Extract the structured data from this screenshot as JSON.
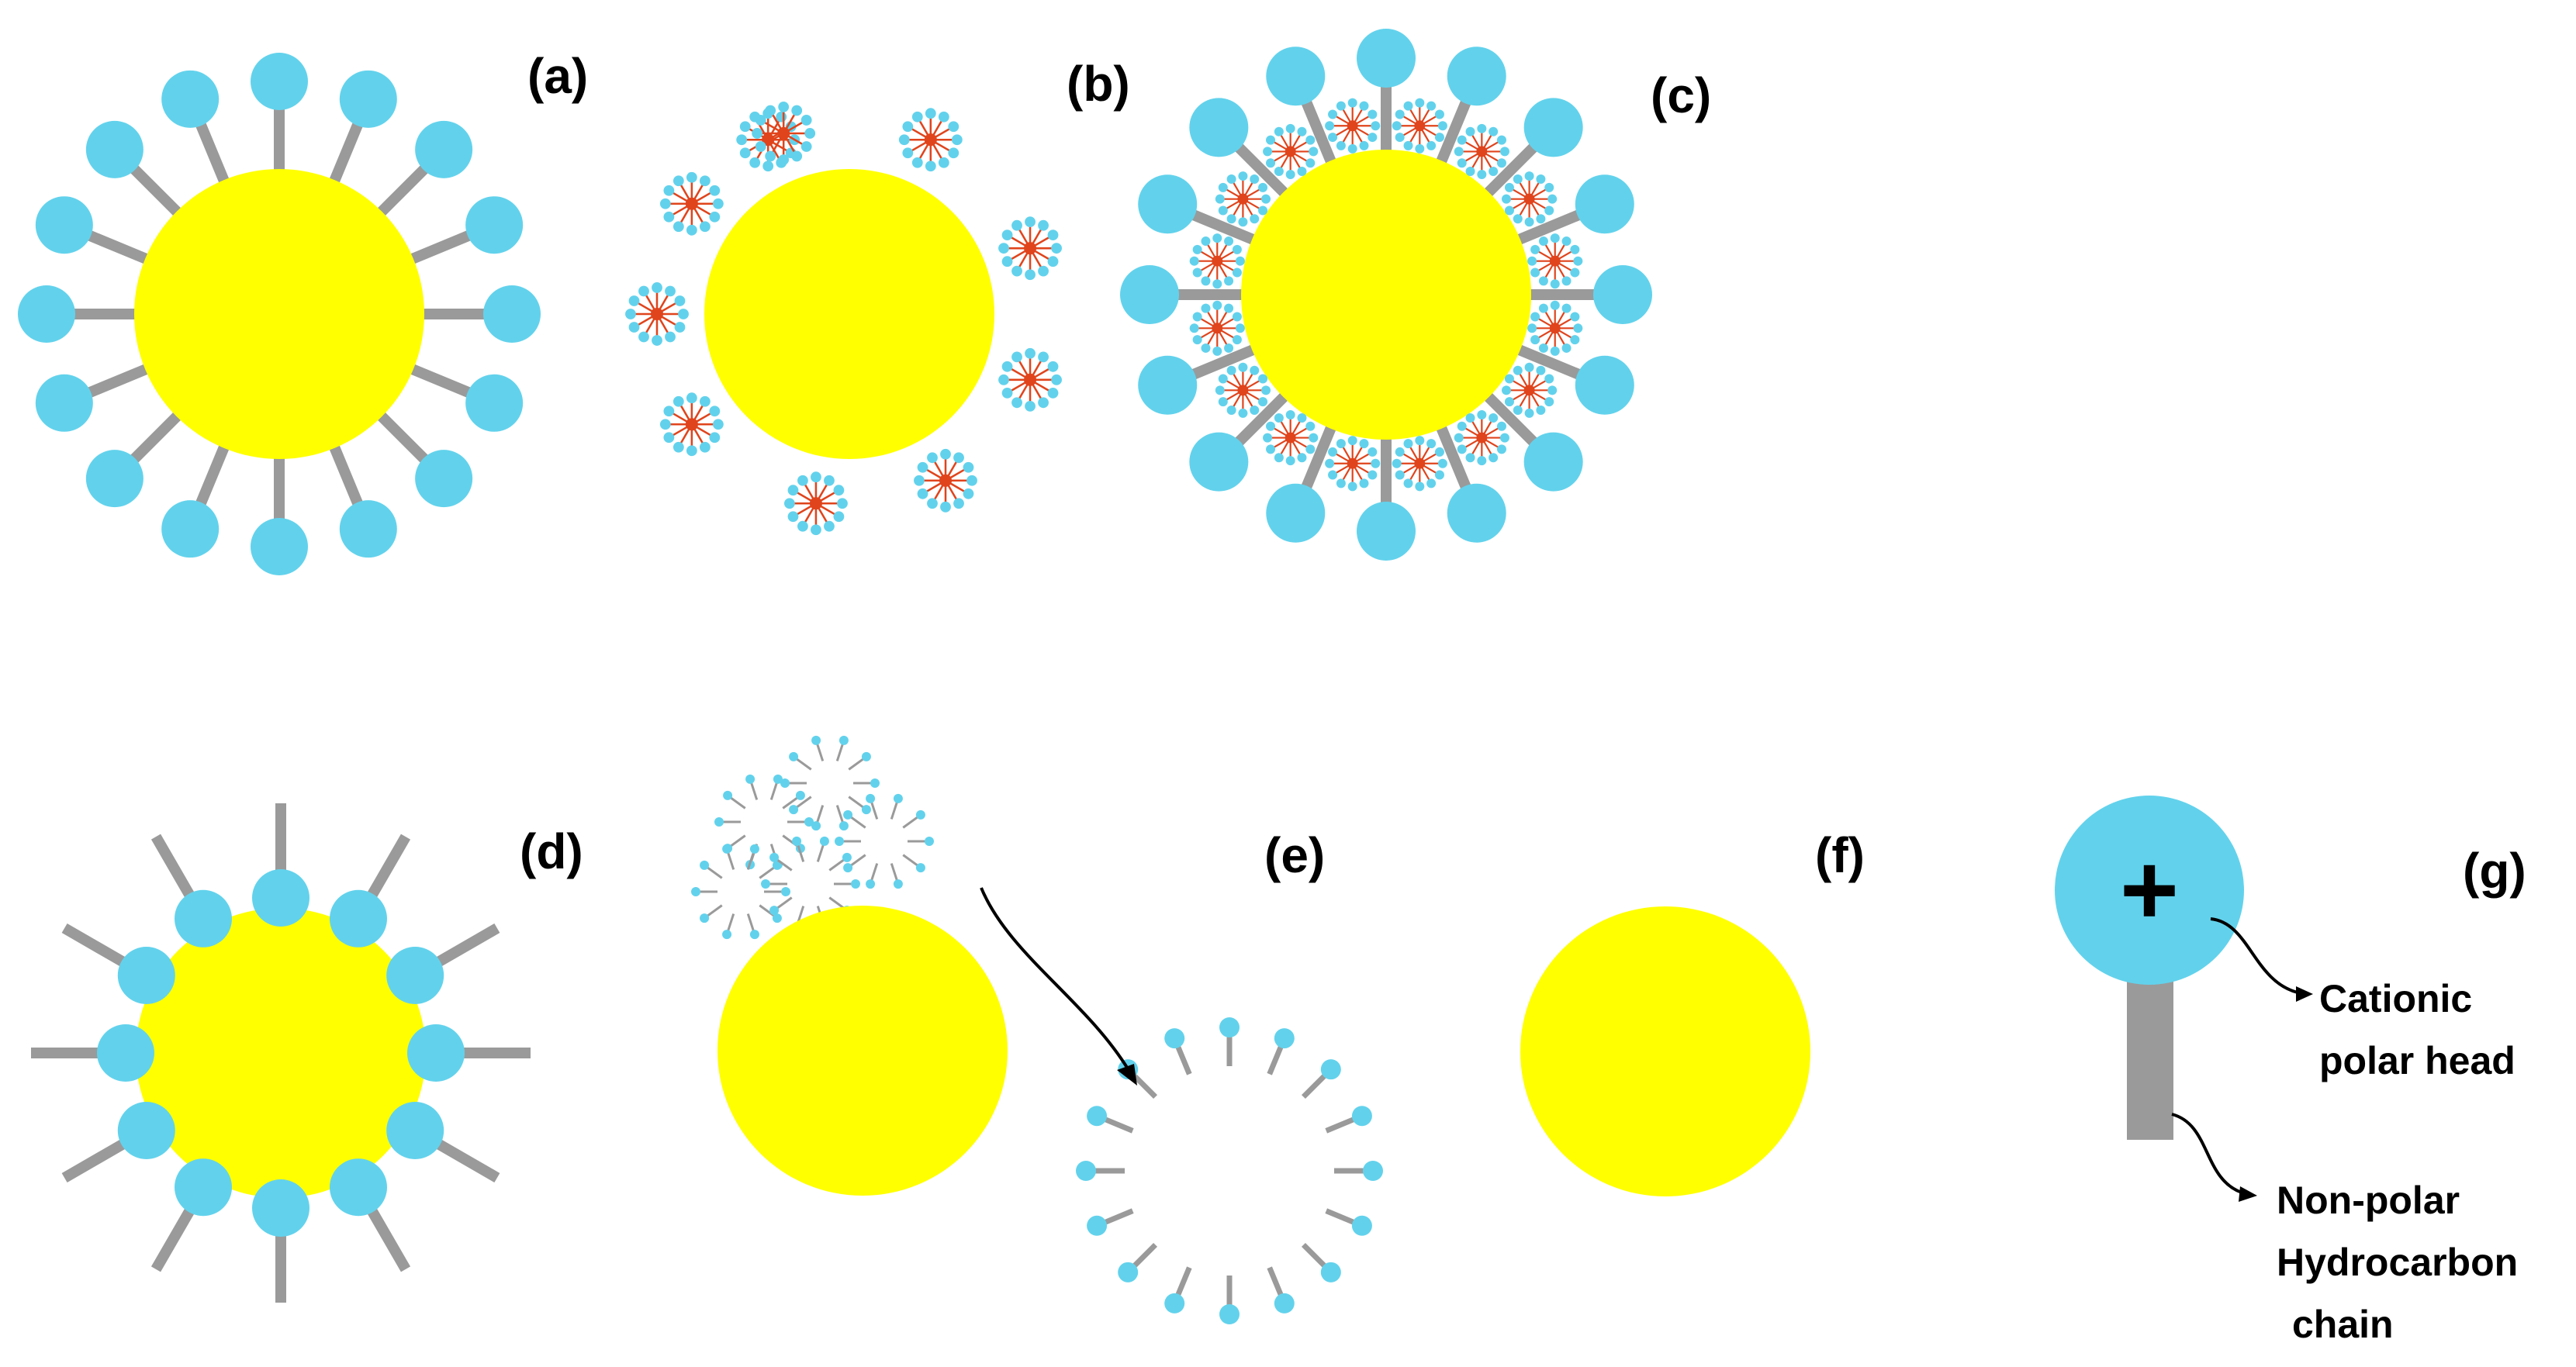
{
  "colors": {
    "particle": "#ffff00",
    "head": "#62d2ec",
    "tail": "#9a9a9a",
    "inner_core": "#e0441c",
    "arrow": "#000000"
  },
  "panels": {
    "a": {
      "label": "(a)"
    },
    "b": {
      "label": "(b)"
    },
    "c": {
      "label": "(c)"
    },
    "d": {
      "label": "(d)"
    },
    "e": {
      "label": "(e)"
    },
    "f": {
      "label": "(f)"
    },
    "g": {
      "label": "(g)"
    }
  },
  "legend": {
    "charge_symbol": "+",
    "head_label_line1": "Cationic",
    "head_label_line2": "polar head",
    "tail_label_line1": "Non-polar",
    "tail_label_line2": "Hydrocarbon",
    "tail_label_line3": "chain"
  }
}
